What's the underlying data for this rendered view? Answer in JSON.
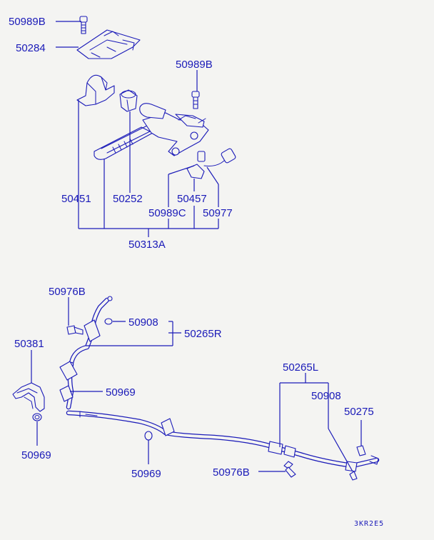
{
  "labels": {
    "l_50989b_top": "50989B",
    "l_50284": "50284",
    "l_50989b_right": "50989B",
    "l_50451": "50451",
    "l_50252": "50252",
    "l_50457": "50457",
    "l_50989c": "50989C",
    "l_50977": "50977",
    "l_50313a": "50313A",
    "l_50976b_top": "50976B",
    "l_50908_top": "50908",
    "l_50265r": "50265R",
    "l_50381": "50381",
    "l_50969_mid": "50969",
    "l_50969_left": "50969",
    "l_50265l": "50265L",
    "l_50908_right": "50908",
    "l_50275": "50275",
    "l_50969_bottom": "50969",
    "l_50976b_bottom": "50976B"
  },
  "diagram_code": "3KR2E5",
  "colors": {
    "ink": "#1a1ab8",
    "paper": "#f4f4f2"
  }
}
